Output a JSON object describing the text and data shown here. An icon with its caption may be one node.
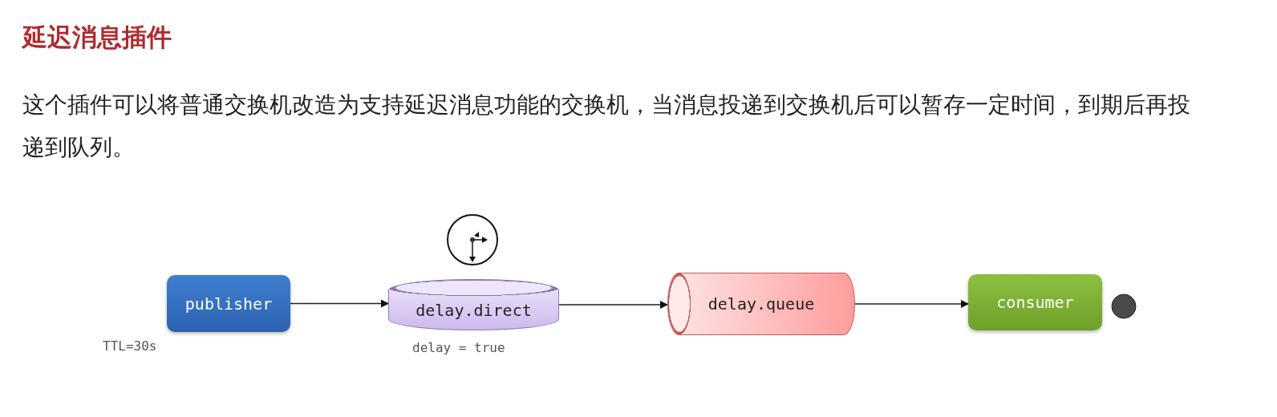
{
  "diagram": {
    "title": "延迟消息插件",
    "caption": "这个插件可以将普通交换机改造为支持延迟消息功能的交换机，当消息投递到交换机后可以暂存一定时间，到期后再投递到队列。",
    "nodes": [
      {
        "text": [
          "publisher"
        ],
        "beside": [
          "TTL=30s"
        ]
      },
      {
        "text": [
          "delay.direct"
        ],
        "beside": [
          "delay = true"
        ]
      },
      {
        "text": [
          "delay.queue"
        ]
      },
      {
        "text": [
          "consumer"
        ]
      }
    ],
    "edges": [
      {
        "from": 0,
        "to": 1,
        "arrow": "to"
      },
      {
        "from": 1,
        "to": 2,
        "arrow": "to"
      },
      {
        "from": 2,
        "to": 3,
        "arrow": "to"
      }
    ]
  }
}
